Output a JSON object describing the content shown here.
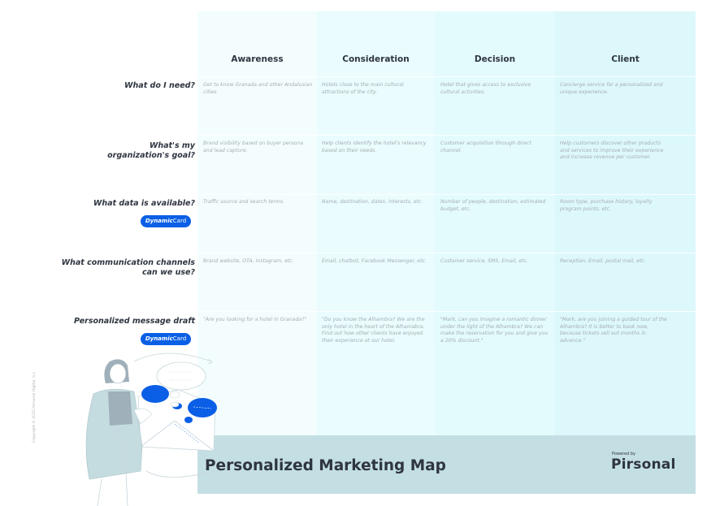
{
  "columns": [
    {
      "label": "Awareness"
    },
    {
      "label": "Consideration"
    },
    {
      "label": "Decision"
    },
    {
      "label": "Client"
    }
  ],
  "rows": [
    {
      "label": "What do I need?",
      "cells": [
        "Get to know Granada and other Andalusian cities.",
        "Hotels close to the main cultural attractions of the city.",
        "Hotel that gives access to exclusive cultural activities.",
        "Concierge service for a personalized and unique experience."
      ]
    },
    {
      "label_line1": "What's my",
      "label_line2": "organization's goal?",
      "cells": [
        "Brand visibility based on buyer persona and lead capture.",
        "Help clients identify the hotel's relevancy based on their needs.",
        "Customer acquisition through direct channel.",
        "Help customers discover other products and services to improve their experience and increase revenue per customer."
      ]
    },
    {
      "label": "What data is available?",
      "badge": {
        "bold": "Dynamic",
        "regular": "Card"
      },
      "cells": [
        "Traffic source and search terms.",
        "Name, destination, dates, interests, etc.",
        "Number of people, destination, estimated budget, etc.",
        "Room type, purchase history, loyalty program points, etc."
      ]
    },
    {
      "label_line1": "What communication channels",
      "label_line2": "can we use?",
      "cells": [
        "Brand website, OTA, Instagram, etc.",
        "Email, chatbot, Facebook Messenger, etc.",
        "Customer service, SMS, Email, etc.",
        "Reception, Email, postal mail, etc."
      ]
    },
    {
      "label": "Personalized message draft",
      "badge": {
        "bold": "Dynamic",
        "regular": "Card"
      },
      "cells": [
        "\"Are you looking for a hotel in Granada?\"",
        "\"Do you know the Alhambra? We are the only hotel in the heart of the Alhamabra. Find out how other clients have enjoyed their experience at our hotel.",
        "\"Mark, can you imagine a romantic dinner under the light of the Alhambra? We can make the reservation for you and give you a 20% discount.\"",
        "\"Mark, are you joining a guided tour of the Alhambra? It is better to book now, because tickets sell out months in advance.\""
      ]
    }
  ],
  "footer": {
    "title": "Personalized Marketing Map",
    "powered_by": "Powered by",
    "brand": "Pirsonal"
  },
  "copyright": "Copyright © 2020 Personal Digital, S.L.",
  "colors": {
    "accent": "#0a5fe6",
    "footer_bg": "#c4dfe3",
    "text_dark": "#2e3540",
    "text_muted": "#a5adb4"
  }
}
